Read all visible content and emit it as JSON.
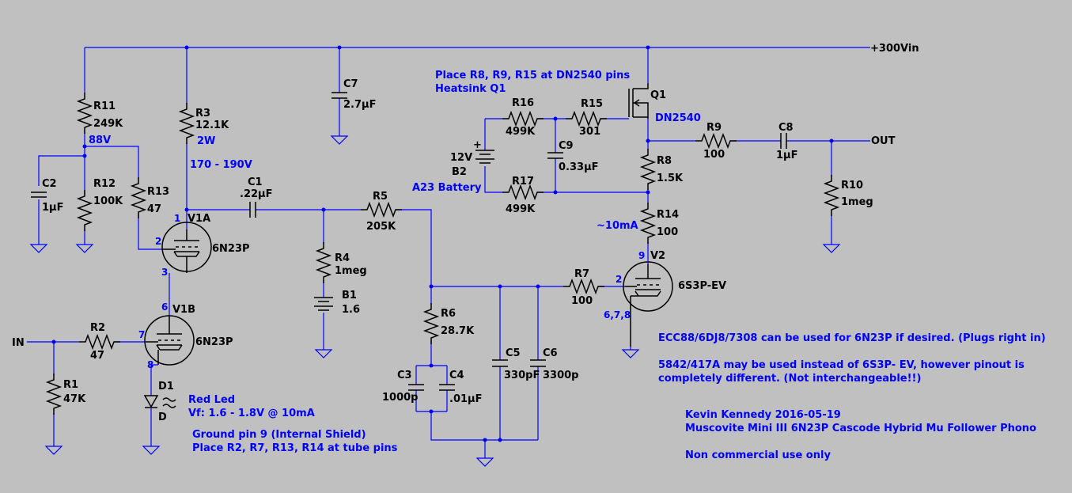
{
  "nets": {
    "vin": "+300Vin",
    "in": "IN",
    "out": "OUT"
  },
  "parts": {
    "R11": {
      "ref": "R11",
      "val": "249K"
    },
    "R12": {
      "ref": "R12",
      "val": "100K"
    },
    "R13": {
      "ref": "R13",
      "val": "47"
    },
    "R3": {
      "ref": "R3",
      "val": "12.1K",
      "note": "2W"
    },
    "R2": {
      "ref": "R2",
      "val": "47"
    },
    "R1": {
      "ref": "R1",
      "val": "47K"
    },
    "R4": {
      "ref": "R4",
      "val": "1meg"
    },
    "R5": {
      "ref": "R5",
      "val": "205K"
    },
    "R6": {
      "ref": "R6",
      "val": "28.7K"
    },
    "R7": {
      "ref": "R7",
      "val": "100"
    },
    "R8": {
      "ref": "R8",
      "val": "1.5K"
    },
    "R9": {
      "ref": "R9",
      "val": "100"
    },
    "R10": {
      "ref": "R10",
      "val": "1meg"
    },
    "R14": {
      "ref": "R14",
      "val": "100"
    },
    "R15": {
      "ref": "R15",
      "val": "301"
    },
    "R16": {
      "ref": "R16",
      "val": "499K"
    },
    "R17": {
      "ref": "R17",
      "val": "499K"
    },
    "C1": {
      "ref": "C1",
      "val": ".22µF"
    },
    "C2": {
      "ref": "C2",
      "val": "1µF"
    },
    "C3": {
      "ref": "C3",
      "val": "1000p"
    },
    "C4": {
      "ref": "C4",
      "val": ".01µF"
    },
    "C5": {
      "ref": "C5",
      "val": "330pF"
    },
    "C6": {
      "ref": "C6",
      "val": "3300p"
    },
    "C7": {
      "ref": "C7",
      "val": "2.7µF"
    },
    "C8": {
      "ref": "C8",
      "val": "1µF"
    },
    "C9": {
      "ref": "C9",
      "val": "0.33µF"
    },
    "B1": {
      "ref": "B1",
      "val": "1.6"
    },
    "B2": {
      "ref": "B2",
      "val": "12V",
      "note": "A23 Battery"
    },
    "D1": {
      "ref": "D1",
      "note1": "Red Led",
      "note2": "Vf: 1.6 - 1.8V @ 10mA",
      "letter": "D"
    },
    "V1A": {
      "ref": "V1A",
      "model": "6N23P"
    },
    "V1B": {
      "ref": "V1B",
      "model": "6N23P"
    },
    "V2": {
      "ref": "V2",
      "model": "6S3P-EV"
    },
    "Q1": {
      "ref": "Q1",
      "model": "DN2540"
    }
  },
  "pins": {
    "v1a_plate": "1",
    "v1a_grid": "2",
    "v1a_cathode": "3",
    "v1b_plate": "6",
    "v1b_grid": "7",
    "v1b_cathode": "8",
    "v2_plate": "9",
    "v2_grid": "2",
    "v2_cathode": "6,7,8"
  },
  "annotations": {
    "voltage_88": "88V",
    "voltage_range": "170 - 190V",
    "current": "~10mA",
    "place_r8": "Place R8, R9, R15 at DN2540 pins",
    "heatsink": "Heatsink Q1",
    "ground_pin": "Ground pin 9 (Internal Shield)",
    "place_r2": "Place R2, R7, R13, R14 at tube pins",
    "ecc88": "ECC88/6DJ8/7308 can be used for 6N23P if desired. (Plugs right in)",
    "alt1": "5842/417A may be used instead of 6S3P- EV, however pinout is",
    "alt2": "completely different. (Not interchangeable!!)",
    "author": "Kevin Kennedy 2016-05-19",
    "project": "Muscovite Mini III 6N23P Cascode Hybrid Mu Follower Phono",
    "license": "Non commercial use only"
  }
}
